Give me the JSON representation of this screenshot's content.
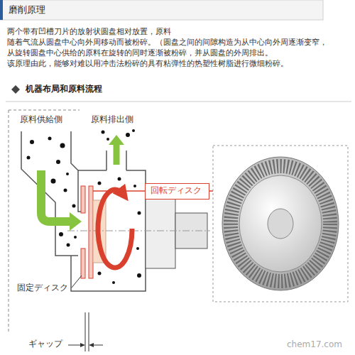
{
  "diagram": {
    "title": "磨削原理",
    "nodes": [
      {
        "text": [
          "回転ディスク"
        ]
      }
    ],
    "labels": [
      "两个带有凹槽刀片的放射状圆盘相对放置，原料",
      "随着气流从圆盘中心向外周移动而被粉碎。（圆盘之间的间隙构造为从中心向外周逐渐变窄，",
      "从旋转圆盘中心供给的原料在旋转的同时逐渐被粉碎，并从圆盘的外周排出。",
      "该原理由此，能够对难以用冲击法粉碎的具有粘弹性的热塑性树脂进行微细粉碎。",
      "机器布局和原料流程",
      "原料供給側",
      "原料排出側",
      "固定ディスク",
      "ギャップ",
      "chem17.com"
    ]
  }
}
